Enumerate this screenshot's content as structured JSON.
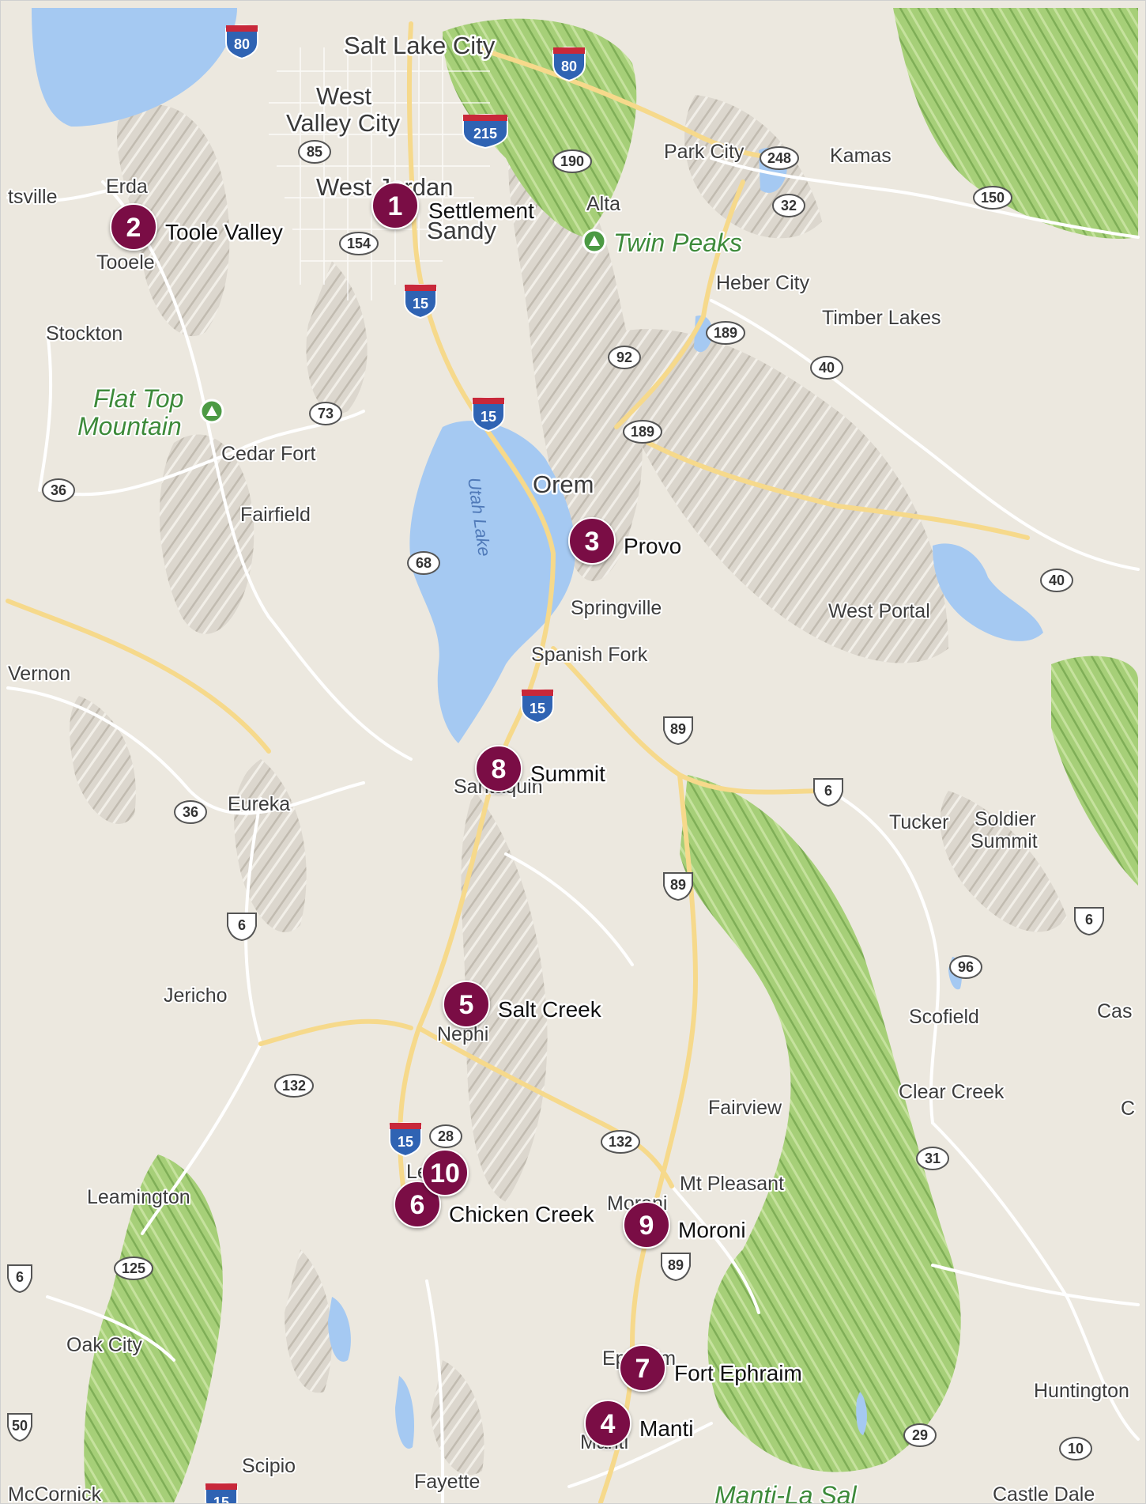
{
  "colors": {
    "terrain": "#ece8df",
    "forest": "#9fca72",
    "water": "#a5c9f2",
    "road": "#ffffff",
    "highway": "#f6d98b",
    "marker": "#7a0f45",
    "interstate_blue": "#2f63b3",
    "interstate_red": "#c8283a"
  },
  "markers": [
    {
      "num": "1",
      "label": "Settlement"
    },
    {
      "num": "2",
      "label": "Toole Valley"
    },
    {
      "num": "3",
      "label": "Provo"
    },
    {
      "num": "4",
      "label": "Manti"
    },
    {
      "num": "5",
      "label": "Salt Creek"
    },
    {
      "num": "6",
      "label": "Chicken Creek"
    },
    {
      "num": "7",
      "label": "Fort Ephraim"
    },
    {
      "num": "8",
      "label": "Summit"
    },
    {
      "num": "9",
      "label": "Moroni"
    },
    {
      "num": "10",
      "label": ""
    }
  ],
  "places": {
    "salt_lake_city": "Salt Lake City",
    "west_valley_1": "West",
    "west_valley_2": "Valley City",
    "west_jordan": "West Jordan",
    "sandy": "Sandy",
    "erda": "Erda",
    "tooele": "Tooele",
    "stansbury": "tsville",
    "stockton": "Stockton",
    "cedar_fort": "Cedar Fort",
    "fairfield": "Fairfield",
    "vernon": "Vernon",
    "eureka": "Eureka",
    "jericho": "Jericho",
    "leamington": "Leamington",
    "oak_city": "Oak City",
    "mccornick": "McCornick",
    "scipio": "Scipio",
    "fayette": "Fayette",
    "alta": "Alta",
    "park_city": "Park City",
    "kamas": "Kamas",
    "heber_city": "Heber City",
    "timber_lakes": "Timber Lakes",
    "orem": "Orem",
    "springville": "Springville",
    "spanish_fork": "Spanish Fork",
    "west_portal": "West Portal",
    "santaquin": "Santaquin",
    "tucker": "Tucker",
    "soldier_1": "Soldier",
    "soldier_2": "Summit",
    "nephi": "Nephi",
    "scofield": "Scofield",
    "clear_creek": "Clear Creek",
    "fairview": "Fairview",
    "mt_pleasant": "Mt Pleasant",
    "moroni_town": "Moroni",
    "ephraim": "Ephraim",
    "manti_town": "Manti",
    "huntington": "Huntington",
    "castle_dale": "Castle Dale",
    "cas_edge": "Cas",
    "c_edge": "C",
    "levan": "Levan"
  },
  "parks": {
    "twin_peaks": "Twin Peaks",
    "flat_top_1": "Flat Top",
    "flat_top_2": "Mountain",
    "manti_la_sal": "Manti-La Sal"
  },
  "water": {
    "utah_lake": "Utah Lake"
  },
  "shields": {
    "i80_a": "80",
    "i80_b": "80",
    "i215": "215",
    "i15_a": "15",
    "i15_b": "15",
    "i15_c": "15",
    "i15_d": "15",
    "i15_e": "15",
    "s190": "190",
    "s248": "248",
    "s32": "32",
    "s150": "150",
    "s85": "85",
    "s154": "154",
    "s189": "189",
    "s92": "92",
    "s40_a": "40",
    "s40_b": "40",
    "s73": "73",
    "s189b": "189",
    "s36_a": "36",
    "s68": "68",
    "s36_b": "36",
    "us89_a": "89",
    "us6_a": "6",
    "us89_b": "89",
    "us6_b": "6",
    "us6_c": "6",
    "s96": "96",
    "s132_a": "132",
    "s28": "28",
    "s132_b": "132",
    "s31": "31",
    "us89_c": "89",
    "s125": "125",
    "us6_d": "6",
    "s29": "29",
    "s10": "10",
    "us50": "50"
  }
}
